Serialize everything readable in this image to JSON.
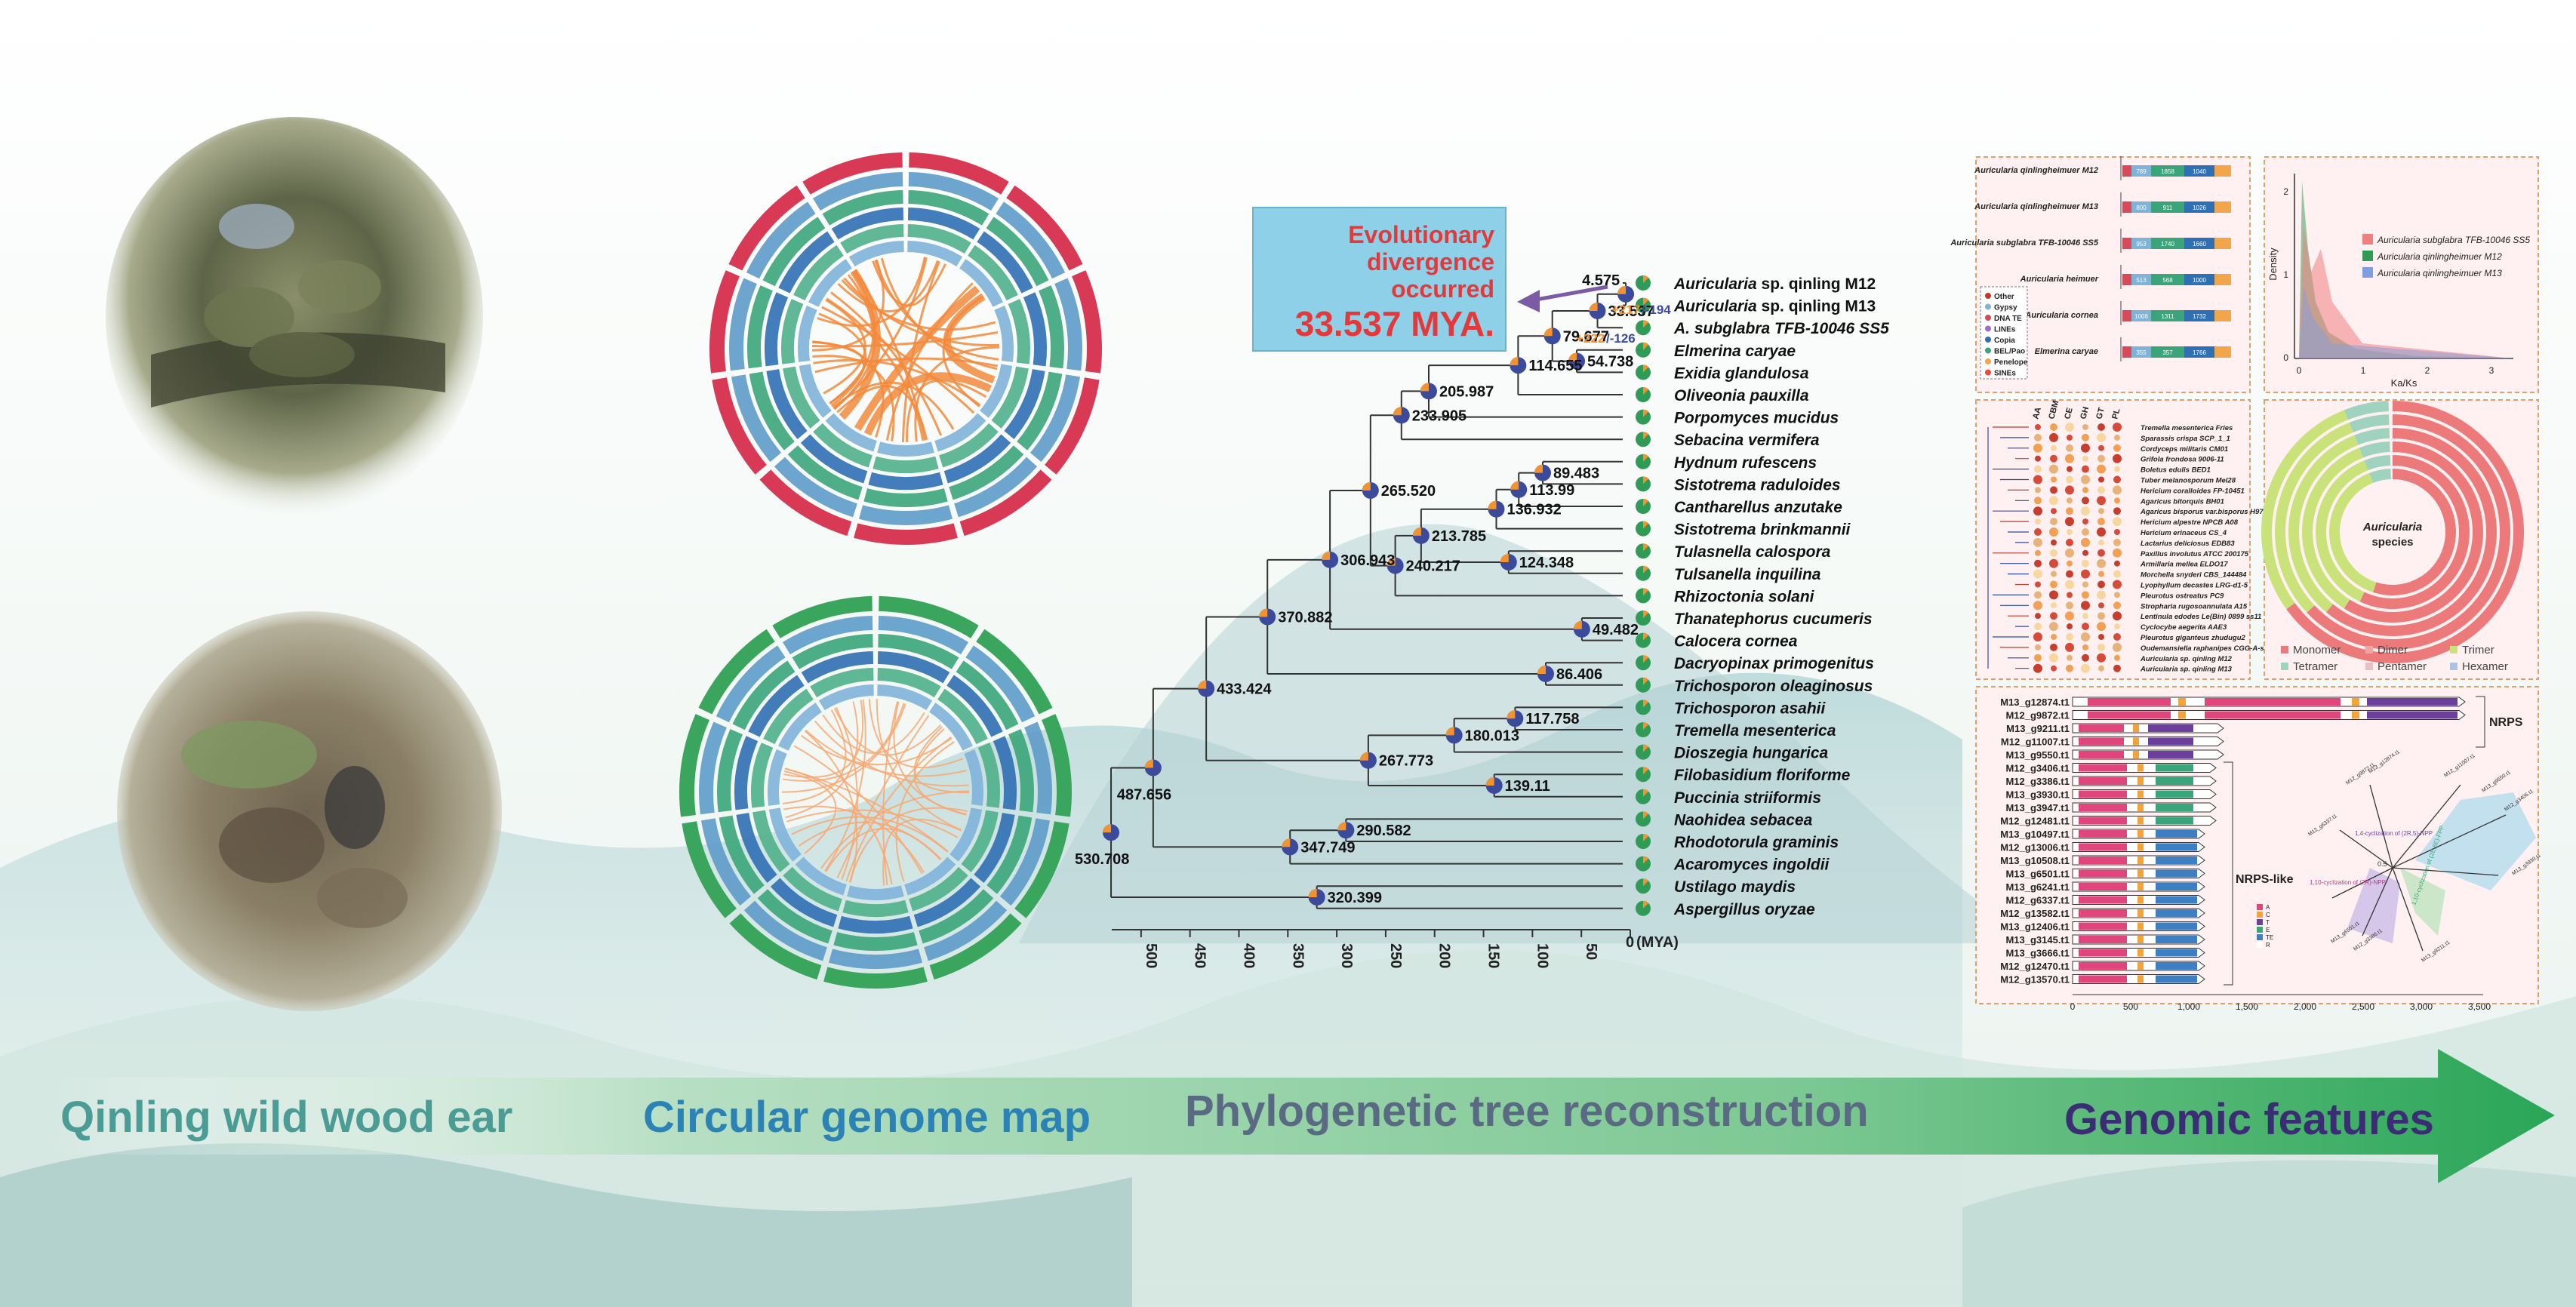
{
  "sections": [
    {
      "label": "Qinling wild  wood ear",
      "color": "#4a9c95"
    },
    {
      "label": "Circular genome map",
      "color": "#2a83b4"
    },
    {
      "label": "Phylogenetic tree reconstruction",
      "color": "#5a6a82"
    },
    {
      "label": "Genomic features",
      "color": "#3b2d73"
    }
  ],
  "callout": {
    "line1": "Evolutionary",
    "line2": "divergence",
    "line3": "occurred",
    "line4": "33.537 MYA."
  },
  "tree": {
    "taxa": [
      {
        "pre": "Auricularia",
        "post": " sp. qinling M12",
        "bold": true
      },
      {
        "pre": "Auricularia",
        "post": " sp. qinling M13",
        "bold": true
      },
      {
        "pre": "",
        "post": "A. subglabra TFB-10046 SS5",
        "bold": true
      },
      {
        "pre": "",
        "post": "Elmerina caryae"
      },
      {
        "pre": "",
        "post": "Exidia glandulosa"
      },
      {
        "pre": "",
        "post": "Oliveonia pauxilla"
      },
      {
        "pre": "",
        "post": "Porpomyces mucidus"
      },
      {
        "pre": "",
        "post": "Sebacina vermifera"
      },
      {
        "pre": "",
        "post": "Hydnum rufescens"
      },
      {
        "pre": "",
        "post": "Sistotrema raduloides"
      },
      {
        "pre": "",
        "post": "Cantharellus anzutake"
      },
      {
        "pre": "",
        "post": "Sistotrema brinkmannii"
      },
      {
        "pre": "",
        "post": "Tulasnella calospora"
      },
      {
        "pre": "",
        "post": "Tulsanella inquilina"
      },
      {
        "pre": "",
        "post": "Rhizoctonia solani"
      },
      {
        "pre": "",
        "post": "Thanatephorus cucumeris"
      },
      {
        "pre": "",
        "post": "Calocera cornea"
      },
      {
        "pre": "",
        "post": "Dacryopinax primogenitus"
      },
      {
        "pre": "",
        "post": "Trichosporon oleaginosus"
      },
      {
        "pre": "",
        "post": "Trichosporon asahii"
      },
      {
        "pre": "",
        "post": "Tremella mesenterica"
      },
      {
        "pre": "",
        "post": "Dioszegia hungarica"
      },
      {
        "pre": "",
        "post": "Filobasidium floriforme"
      },
      {
        "pre": "",
        "post": "Puccinia striiformis"
      },
      {
        "pre": "",
        "post": "Naohidea sebacea"
      },
      {
        "pre": "",
        "post": "Rhodotorula graminis"
      },
      {
        "pre": "",
        "post": "Acaromyces ingoldii"
      },
      {
        "pre": "",
        "post": "Ustilago maydis"
      },
      {
        "pre": "",
        "post": "Aspergillus oryzae"
      }
    ],
    "nodes": [
      "4.575",
      "33.537",
      "79.677",
      "54.738",
      "114.655",
      "205.987",
      "233.905",
      "89.483",
      "113.99",
      "136.932",
      "213.785",
      "124.348",
      "240.217",
      "265.520",
      "306.943",
      "49.482",
      "86.406",
      "370.882",
      "117.758",
      "180.013",
      "139.11",
      "267.773",
      "433.424",
      "290.582",
      "347.749",
      "487.656",
      "320.399",
      "530.708"
    ],
    "gain_loss": [
      "+217",
      "/-194",
      "+222",
      "/-126"
    ],
    "axis_ticks": [
      "500",
      "450",
      "400",
      "350",
      "300",
      "250",
      "200",
      "150",
      "100",
      "50",
      "0"
    ],
    "axis_unit": "(MYA)"
  },
  "te_panel": {
    "rows": [
      {
        "name": "Auricularia qinlingheimuer M12",
        "vals": [
          "789",
          "1858",
          "1040"
        ]
      },
      {
        "name": "Auricularia qinlingheimuer M13",
        "vals": [
          "800",
          "911",
          "1026"
        ]
      },
      {
        "name": "Auricularia subglabra TFB-10046 SS5",
        "vals": [
          "953",
          "1740",
          "1660"
        ]
      },
      {
        "name": "Auricularia heimuer",
        "vals": [
          "513",
          "568",
          "1000"
        ]
      },
      {
        "name": "Auricularia cornea",
        "vals": [
          "1008",
          "1311",
          "1732"
        ]
      },
      {
        "name": "Elmerina caryae",
        "vals": [
          "355",
          "357",
          "1766"
        ]
      }
    ],
    "legend": [
      "Other",
      "Gypsy",
      "DNA TE",
      "LINEs",
      "Copia",
      "BEL/Pao",
      "Penelope",
      "SINEs"
    ]
  },
  "kaks_panel": {
    "legend": [
      "Auricularia subglabra TFB-10046 SS5",
      "Auricularia qinlingheimuer M12",
      "Auricularia qinlingheimuer M13"
    ],
    "xlabel": "Ka/Ks",
    "ylabel": "Density",
    "xticks": [
      "0",
      "1",
      "2",
      "3"
    ],
    "yticks": [
      "0",
      "1",
      "2"
    ]
  },
  "enzyme_panel": {
    "headers": [
      "AA",
      "CBM",
      "CE",
      "GH",
      "GT",
      "PL"
    ],
    "species": [
      "Tremella mesenterica Fries",
      "Sparassis crispa SCP_1_1",
      "Cordyceps militaris CM01",
      "Grifola frondosa 9006-11",
      "Boletus edulis BED1",
      "Tuber melanosporum Mel28",
      "Hericium coralloides FP-10451",
      "Agaricus bitorquis BH01",
      "Agaricus bisporus var.bisporus H97",
      "Hericium alpestre NPCB A08",
      "Hericium erinaceus CS_4",
      "Lactarius deliciosus EDB83",
      "Paxillus involutus ATCC 200175",
      "Armillaria mellea ELDO17",
      "Morchella snyderi CBS_144484",
      "Lyophyllum decastes LRG-d1-5",
      "Pleurotus ostreatus PC9",
      "Stropharia rugosoannulata A15",
      "Lentinula edodes Le(Bin) 0899 ss11",
      "Cyclocybe aegerita AAE3",
      "Pleurotus giganteus zhudugu2",
      "Oudemansiella raphanipes CGG-A-s2",
      "Auricularia sp. qinling M12",
      "Auricularia sp. qinling M13"
    ]
  },
  "donut_panel": {
    "center": [
      "Auricularia",
      "species"
    ],
    "legend": [
      "Monomer",
      "Dimer",
      "Trimer",
      "Tetramer",
      "Pentamer",
      "Hexamer"
    ]
  },
  "nrps_panel": {
    "genes": [
      "M13_g12874.t1",
      "M12_g9872.t1",
      "M13_g9211.t1",
      "M12_g11007.t1",
      "M13_g9550.t1",
      "M12_g3406.t1",
      "M12_g3386.t1",
      "M13_g3930.t1",
      "M13_g3947.t1",
      "M12_g12481.t1",
      "M13_g10497.t1",
      "M12_g13006.t1",
      "M13_g10508.t1",
      "M13_g6501.t1",
      "M13_g6241.t1",
      "M12_g6337.t1",
      "M12_g13582.t1",
      "M13_g12406.t1",
      "M13_g3145.t1",
      "M13_g3666.t1",
      "M12_g12470.t1",
      "M12_g13570.t1"
    ],
    "label_nrps": "NRPS",
    "label_like": "NRPS-like",
    "xticks": [
      "0",
      "500",
      "1,000",
      "1,500",
      "2,000",
      "2,500",
      "3,000",
      "3,500"
    ],
    "domain_legend": [
      "A",
      "C",
      "T",
      "E",
      "TE",
      "R"
    ],
    "unrooted_labels": [
      "1,4-cyclization of (2R,5)-NPP",
      "1,10-cyclization of (2R)-NPP",
      "1,10-cyclization of (2E,6E)-FPP",
      "0.5"
    ],
    "leaf_labels": [
      "M12_g9872.t1",
      "M13_g12874.t1",
      "M12_g11007.t1",
      "M13_g9550.t1",
      "M12_g3406.t1",
      "M13_g3930.t1",
      "M12_g6337.t1",
      "M13_g6501.t1",
      "M13_g9211.t1",
      "M12_g3386.t1"
    ]
  },
  "colors": {
    "pie_blue": "#3b4a9a",
    "pie_orange": "#f29330",
    "pie_green": "#2f9b56",
    "callout_bg": "#8dd0e8",
    "callout_text": "#e23a3a",
    "arrow": "#39a85a"
  }
}
